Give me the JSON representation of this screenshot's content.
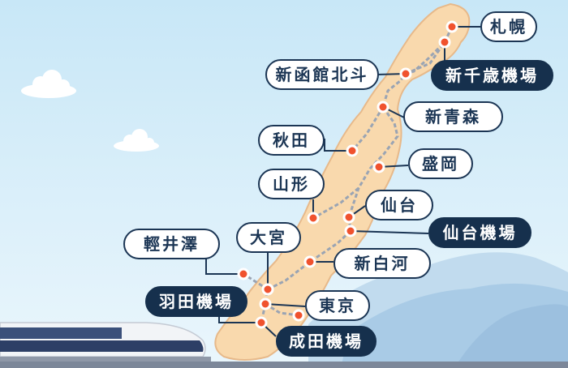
{
  "colors": {
    "sky_top": "#c9e8f7",
    "sky_bottom": "#e9f6fc",
    "land": "#f9d9ad",
    "land_outline": "#e7b98a",
    "railway": "#9aa4b3",
    "station_fill": "#f0522e",
    "label_border": "#1b3554",
    "airport_label_bg": "#16304d",
    "mountains": "#b7d5ec",
    "train": "#2d3f66"
  },
  "stations": [
    {
      "id": "sapporo",
      "name": "札幌",
      "type": "station"
    },
    {
      "id": "new-chitose-airport",
      "name": "新千歳機場",
      "type": "airport"
    },
    {
      "id": "shin-hakodate-hokuto",
      "name": "新函館北斗",
      "type": "station"
    },
    {
      "id": "shin-aomori",
      "name": "新青森",
      "type": "station"
    },
    {
      "id": "akita",
      "name": "秋田",
      "type": "station"
    },
    {
      "id": "morioka",
      "name": "盛岡",
      "type": "station"
    },
    {
      "id": "yamagata",
      "name": "山形",
      "type": "station"
    },
    {
      "id": "sendai",
      "name": "仙台",
      "type": "station"
    },
    {
      "id": "sendai-airport",
      "name": "仙台機場",
      "type": "airport"
    },
    {
      "id": "omiya",
      "name": "大宮",
      "type": "station"
    },
    {
      "id": "karuizawa",
      "name": "輕井澤",
      "type": "station"
    },
    {
      "id": "shin-shirakawa",
      "name": "新白河",
      "type": "station"
    },
    {
      "id": "haneda-airport",
      "name": "羽田機場",
      "type": "airport"
    },
    {
      "id": "tokyo",
      "name": "東京",
      "type": "station"
    },
    {
      "id": "narita-airport",
      "name": "成田機場",
      "type": "airport"
    }
  ]
}
